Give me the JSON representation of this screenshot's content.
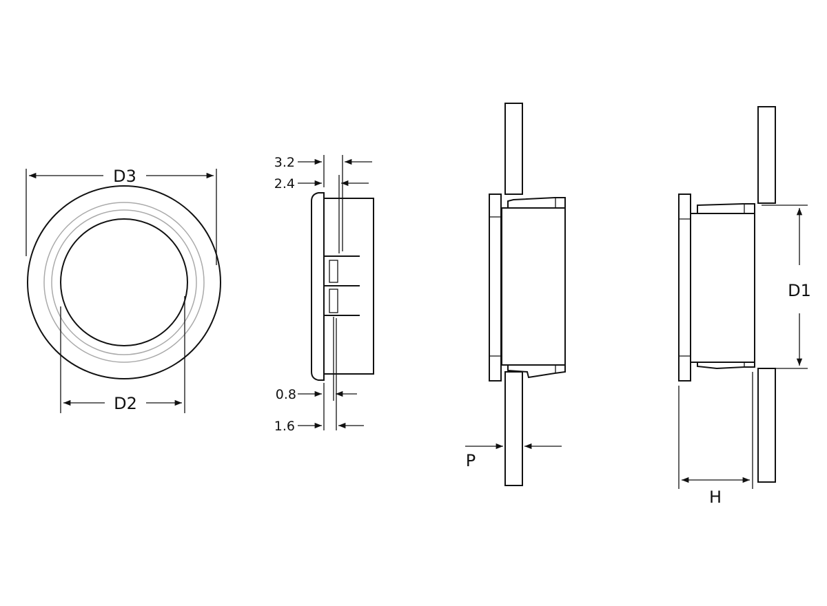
{
  "drawing": {
    "front_view": {
      "outer_diameter_label": "D3",
      "inner_diameter_label": "D2"
    },
    "side_view": {
      "dimensions": [
        "3.2",
        "2.4",
        "0.8",
        "1.6"
      ]
    },
    "installed_view": {
      "panel_thickness_label": "P"
    },
    "panel_hole_view": {
      "hole_diameter_label": "D1",
      "height_label": "H"
    }
  },
  "colors": {
    "line": "#111111",
    "background": "#ffffff",
    "ring": "#aaaaaa"
  }
}
